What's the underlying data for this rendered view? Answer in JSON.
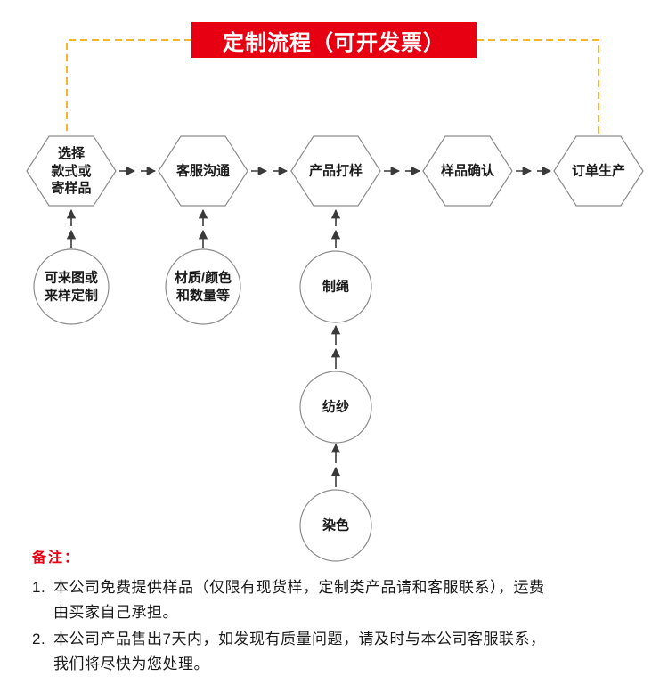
{
  "banner": {
    "title": "定制流程（可开发票）"
  },
  "flow": {
    "steps": [
      {
        "lines": [
          "选择",
          "款式或",
          "寄样品"
        ]
      },
      {
        "lines": [
          "客服沟通"
        ]
      },
      {
        "lines": [
          "产品打样"
        ]
      },
      {
        "lines": [
          "样品确认"
        ]
      },
      {
        "lines": [
          "订单生产"
        ]
      }
    ],
    "nodes": [
      {
        "lines": [
          "可来图或",
          "来样定制"
        ]
      },
      {
        "lines": [
          "材质/颜色",
          "和数量等"
        ]
      },
      {
        "lines": [
          "制绳"
        ]
      },
      {
        "lines": [
          "纺纱"
        ]
      },
      {
        "lines": [
          "染色"
        ]
      }
    ]
  },
  "notes": {
    "title": "备注：",
    "items": [
      {
        "number": "1.",
        "lines": [
          "本公司免费提供样品（仅限有现货样，定制类产品请和客服联系），运费",
          "由买家自己承担。"
        ]
      },
      {
        "number": "2.",
        "lines": [
          "本公司产品售出7天内，如发现有质量问题，请及时与本公司客服联系，",
          "我们将尽快为您处理。"
        ]
      }
    ]
  },
  "colors": {
    "banner-red": "#e60012",
    "note-red": "#e60012",
    "dash-orange": "#f7b52c",
    "line-dark": "#3a3a3a",
    "shape-border": "#8c8c8c"
  }
}
